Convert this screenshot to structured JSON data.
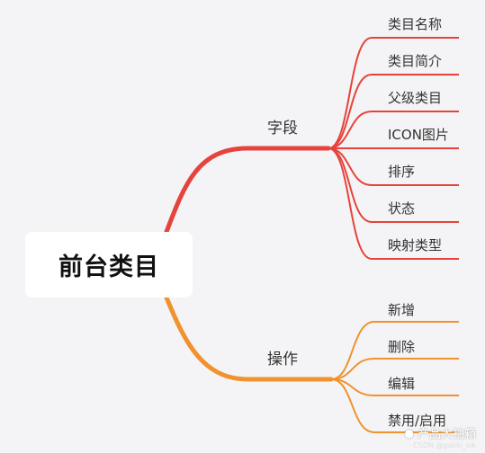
{
  "root": {
    "label": "前台类目"
  },
  "branches": [
    {
      "label": "字段",
      "color": "#e5433b",
      "leaves": [
        "类目名称",
        "类目简介",
        "父级类目",
        "ICON图片",
        "排序",
        "状态",
        "映射类型"
      ]
    },
    {
      "label": "操作",
      "color": "#f0922e",
      "leaves": [
        "新增",
        "删除",
        "编辑",
        "禁用/启用"
      ]
    }
  ],
  "watermark": {
    "icon": "wechat-icon",
    "text": "产品大袖箱",
    "credit": "CSDN @gakki_sik"
  }
}
